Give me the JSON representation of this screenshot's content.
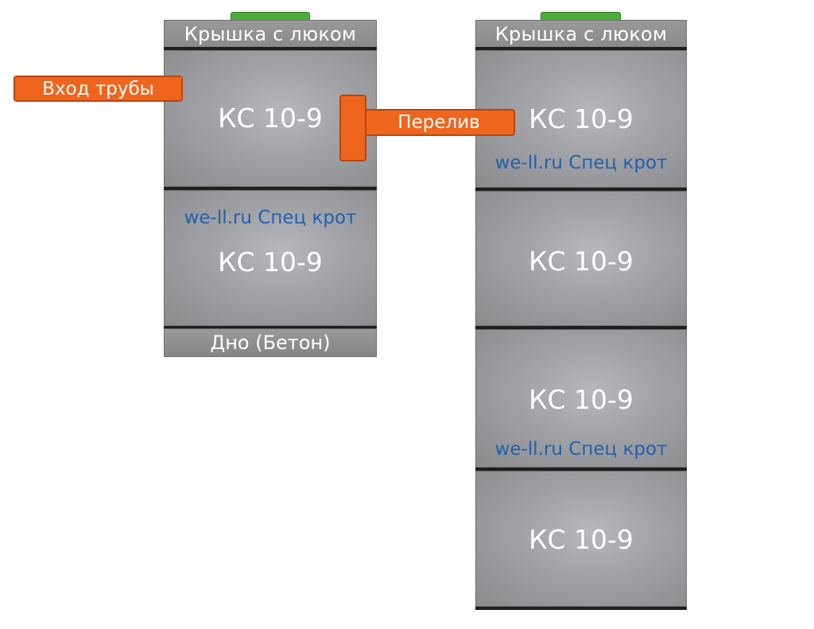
{
  "labels": {
    "lid": "Крышка с люком",
    "ring": "КС 10-9",
    "brand": "we-ll.ru Спец крот",
    "bottom": "Дно (Бетон)",
    "pipe_in": "Вход трубы",
    "overflow": "Перелив"
  },
  "colors": {
    "concrete": "#9fa1a5",
    "hatch": "#4cae3a",
    "pipe": "#f0651e",
    "brand_text": "#2060b0"
  }
}
